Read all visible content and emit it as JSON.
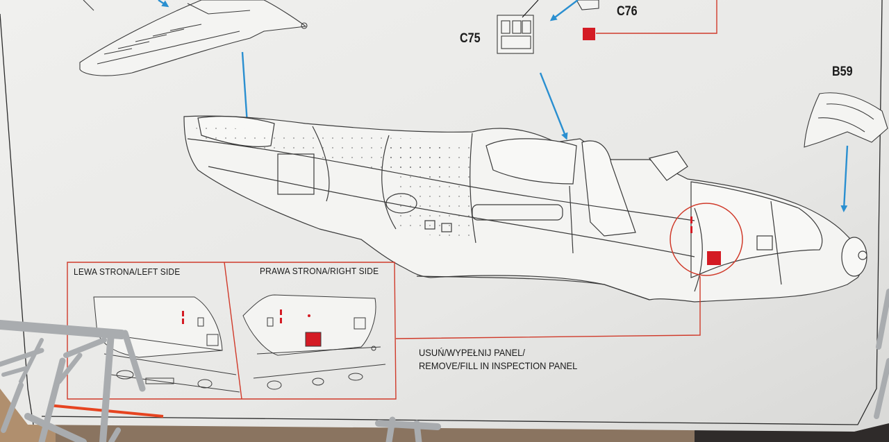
{
  "labels": {
    "c75": "C75",
    "c76": "C76",
    "b59": "B59",
    "left_side": "LEWA STRONA/LEFT SIDE",
    "right_side": "PRAWA STRONA/RIGHT SIDE",
    "instruction_pl": "USUŃ/WYPEŁNIJ PANEL/",
    "instruction_en": "REMOVE/FILL IN INSPECTION PANEL"
  },
  "colors": {
    "paper": "#ededeb",
    "line_art": "#3a3a3a",
    "arrow": "#2a8fd0",
    "callout": "#d03a2a",
    "panel_fill": "#d41b24",
    "sprue": "#b9bcbf",
    "backdrop": "#8a7460"
  }
}
